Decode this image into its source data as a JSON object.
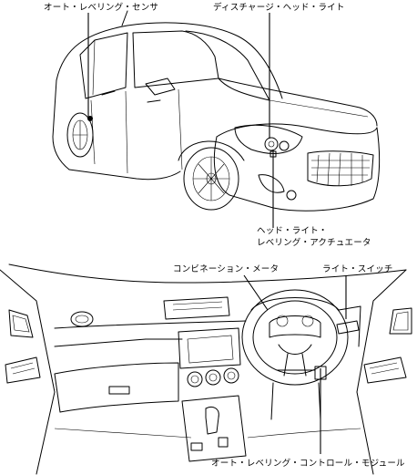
{
  "labels": {
    "auto_leveling_sensor": "オート・レベリング・センサ",
    "discharge_headlight": "ディスチャージ・ヘッド・ライト",
    "headlight_leveling_actuator_line1": "ヘッド・ライト・",
    "headlight_leveling_actuator_line2": "レベリング・アクチュエータ",
    "combination_meter": "コンビネーション・メータ",
    "light_switch": "ライト・スイッチ",
    "auto_leveling_control_module": "オート・レベリング・コントロール・モジュール"
  }
}
